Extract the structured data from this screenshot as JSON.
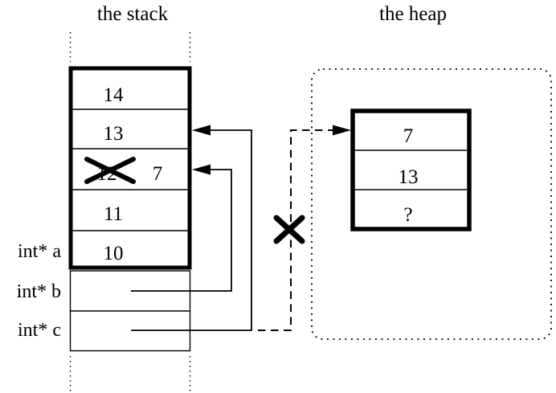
{
  "titles": {
    "stack": "the stack",
    "heap": "the heap"
  },
  "stack": {
    "cells": [
      {
        "value": "14"
      },
      {
        "value": "13"
      },
      {
        "value": "12",
        "crossed_out": true,
        "new_value": "7"
      },
      {
        "value": "11"
      },
      {
        "value": "10"
      }
    ],
    "variables": [
      {
        "label": "int* a"
      },
      {
        "label": "int* b"
      },
      {
        "label": "int* c"
      }
    ]
  },
  "heap": {
    "cells": [
      {
        "value": "7"
      },
      {
        "value": "13"
      },
      {
        "value": "?"
      }
    ]
  },
  "icons": {
    "crossed_out_value": "x-strikethrough-icon",
    "invalid_pointer": "x-mark-icon"
  },
  "colors": {
    "ink": "#000000",
    "background": "#ffffff"
  }
}
